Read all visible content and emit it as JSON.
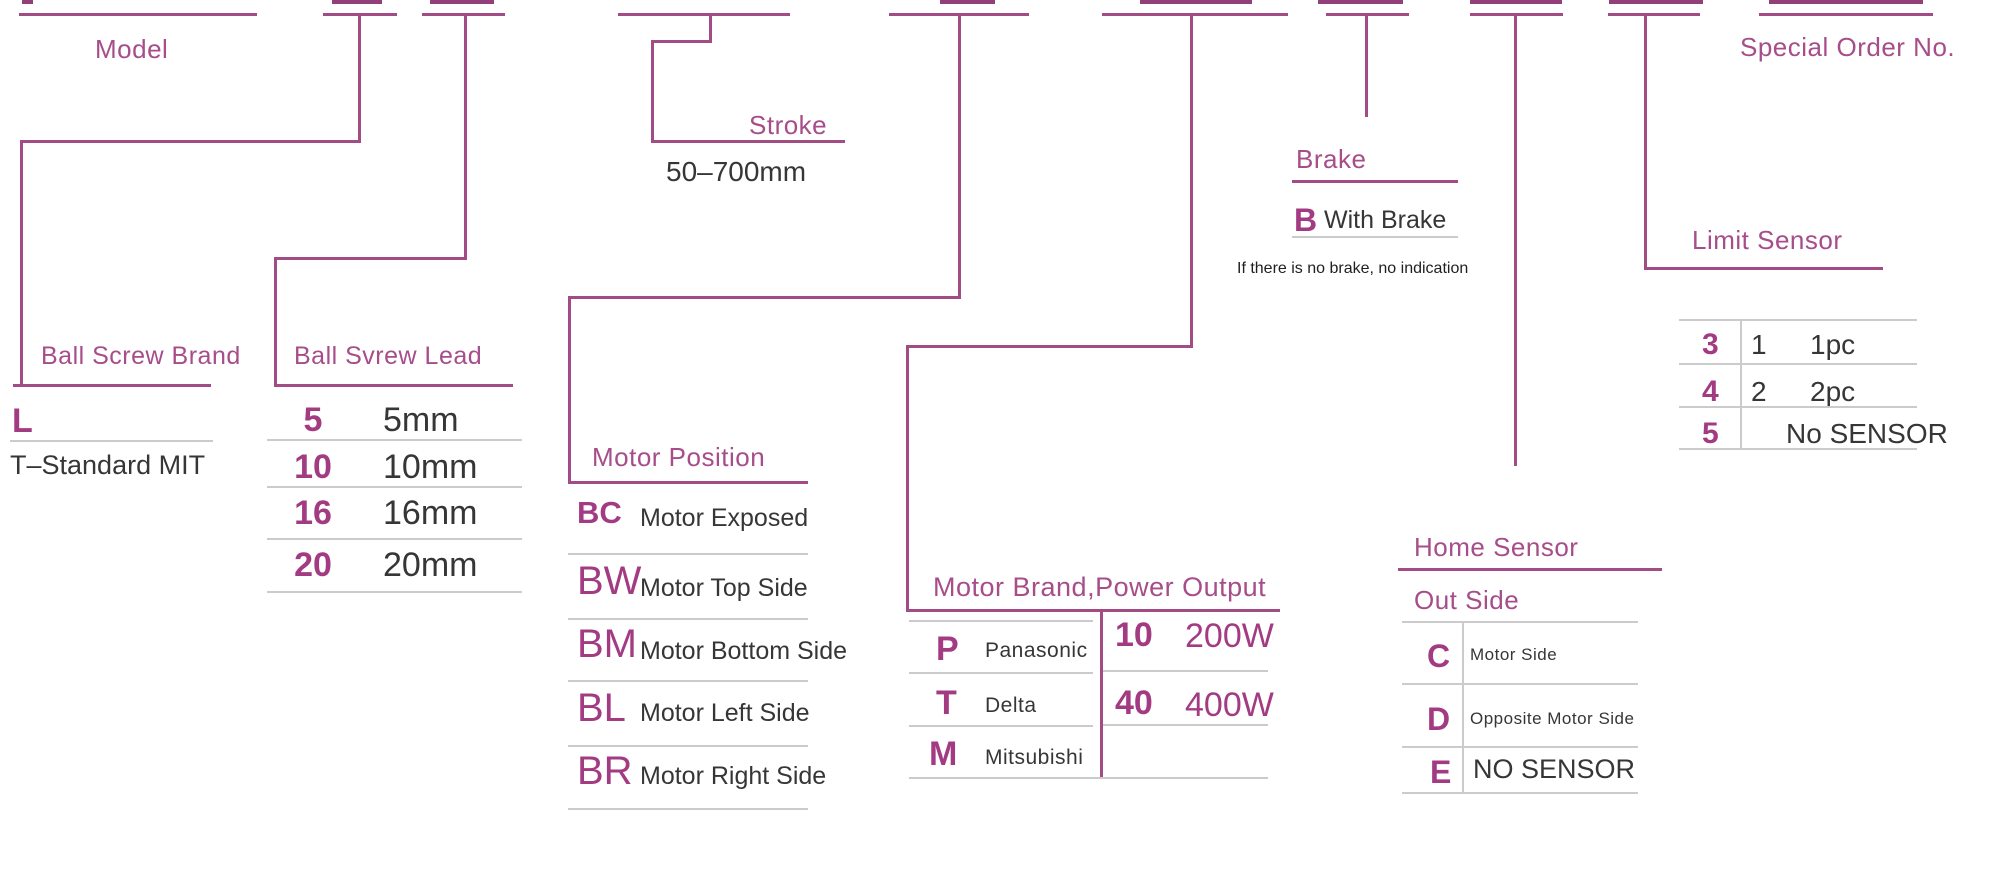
{
  "palette": {
    "purple": "#a64d8a",
    "purple_line": "#a24c86",
    "purple_bold": "#a33b83",
    "dark_text": "#363636",
    "gray_line": "#cbcbcb"
  },
  "model": {
    "label": "Model"
  },
  "special_order": {
    "label": "Special Order No."
  },
  "stroke": {
    "title": "Stroke",
    "range": "50–700mm"
  },
  "ball_screw_brand": {
    "title": "Ball Screw Brand",
    "code": "L",
    "value": "T–Standard MIT"
  },
  "ball_screw_lead": {
    "title": "Ball Svrew Lead",
    "rows": [
      {
        "code": "5",
        "value": "5mm"
      },
      {
        "code": "10",
        "value": "10mm"
      },
      {
        "code": "16",
        "value": "16mm"
      },
      {
        "code": "20",
        "value": "20mm"
      }
    ]
  },
  "motor_position": {
    "title": "Motor Position",
    "rows": [
      {
        "code": "BC",
        "value": "Motor Exposed"
      },
      {
        "code": "BW",
        "value": "Motor Top Side"
      },
      {
        "code": "BM",
        "value": "Motor Bottom Side"
      },
      {
        "code": "BL",
        "value": "Motor Left Side"
      },
      {
        "code": "BR",
        "value": "Motor Right Side"
      }
    ]
  },
  "motor_brand": {
    "title": "Motor Brand,Power Output",
    "brands": [
      {
        "code": "P",
        "value": "Panasonic"
      },
      {
        "code": "T",
        "value": "Delta"
      },
      {
        "code": "M",
        "value": "Mitsubishi"
      }
    ],
    "powers": [
      {
        "code": "10",
        "value": "200W"
      },
      {
        "code": "40",
        "value": "400W"
      }
    ]
  },
  "brake": {
    "title": "Brake",
    "code": "B",
    "value": "With Brake",
    "note": "If there is no brake, no indication"
  },
  "home_sensor": {
    "title": "Home Sensor",
    "subtitle": "Out Side",
    "rows": [
      {
        "code": "C",
        "value": "Motor Side"
      },
      {
        "code": "D",
        "value": "Opposite Motor Side"
      },
      {
        "code": "E",
        "value": "NO SENSOR"
      }
    ]
  },
  "limit_sensor": {
    "title": "Limit Sensor",
    "rows": [
      {
        "code": "3",
        "qty": "1",
        "value": "1pc"
      },
      {
        "code": "4",
        "qty": "2",
        "value": "2pc"
      },
      {
        "code": "5",
        "qty": "",
        "value": "No SENSOR"
      }
    ]
  }
}
